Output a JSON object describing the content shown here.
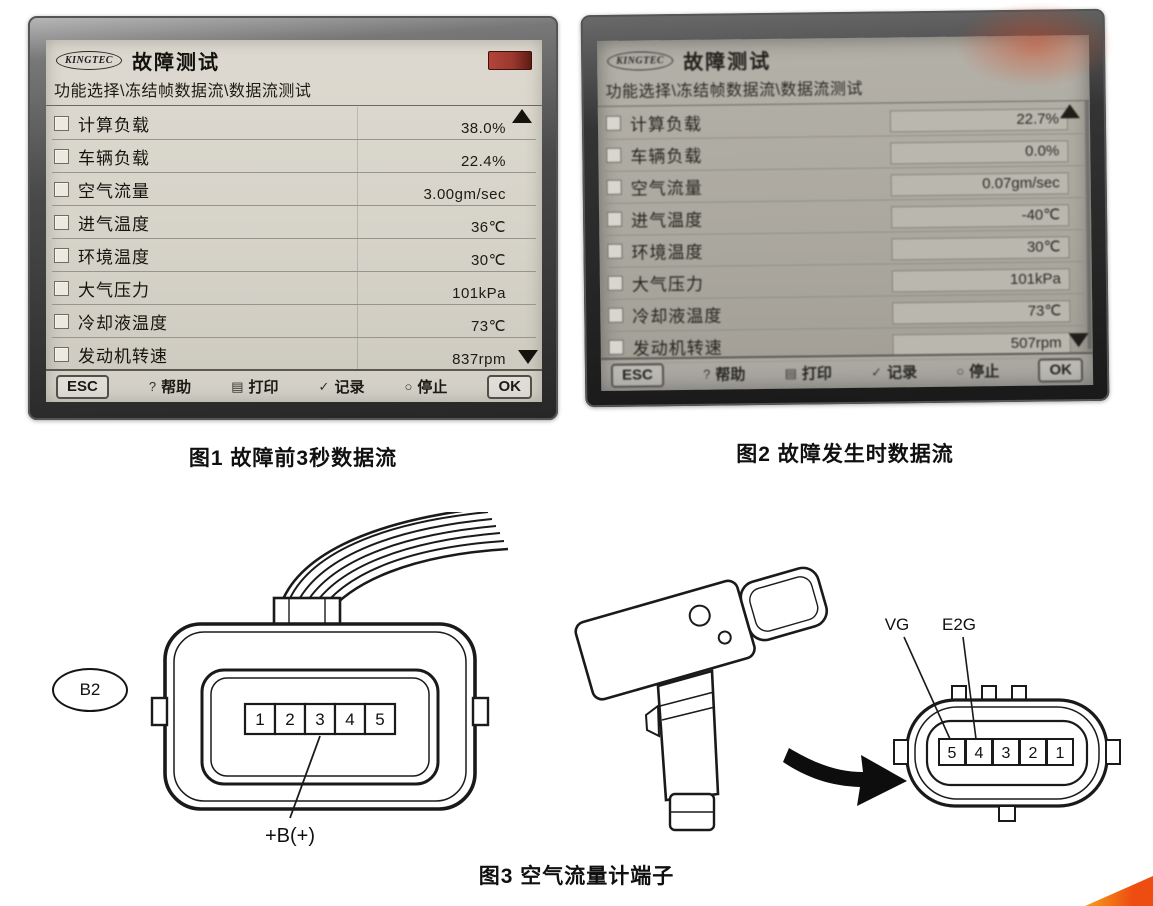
{
  "icons": {
    "help": "?",
    "print": "▤",
    "record": "✓",
    "stop": "○"
  },
  "figure1": {
    "brand": "KINGTEC",
    "title": "故障测试",
    "breadcrumb": "功能选择\\冻结帧数据流\\数据流测试",
    "rows": [
      {
        "label": "计算负载",
        "value": "38.0%"
      },
      {
        "label": "车辆负载",
        "value": "22.4%"
      },
      {
        "label": "空气流量",
        "value": "3.00gm/sec"
      },
      {
        "label": "进气温度",
        "value": "36℃"
      },
      {
        "label": "环境温度",
        "value": "30℃"
      },
      {
        "label": "大气压力",
        "value": "101kPa"
      },
      {
        "label": "冷却液温度",
        "value": "73℃"
      },
      {
        "label": "发动机转速",
        "value": "837rpm"
      }
    ],
    "toolbar": [
      "ESC",
      "帮助",
      "打印",
      "记录",
      "停止",
      "OK"
    ],
    "caption": "图1  故障前3秒数据流"
  },
  "figure2": {
    "brand": "KINGTEC",
    "title": "故障测试",
    "breadcrumb": "功能选择\\冻结帧数据流\\数据流测试",
    "rows": [
      {
        "label": "计算负载",
        "value": "22.7%"
      },
      {
        "label": "车辆负载",
        "value": "0.0%"
      },
      {
        "label": "空气流量",
        "value": "0.07gm/sec"
      },
      {
        "label": "进气温度",
        "value": "-40℃"
      },
      {
        "label": "环境温度",
        "value": "30℃"
      },
      {
        "label": "大气压力",
        "value": "101kPa"
      },
      {
        "label": "冷却液温度",
        "value": "73℃"
      },
      {
        "label": "发动机转速",
        "value": "507rpm"
      }
    ],
    "toolbar": [
      "ESC",
      "帮助",
      "打印",
      "记录",
      "停止",
      "OK"
    ],
    "caption": "图2  故障发生时数据流"
  },
  "figure3": {
    "caption": "图3  空气流量计端子",
    "connector_b2": {
      "label": "B2",
      "pins": [
        "1",
        "2",
        "3",
        "4",
        "5"
      ],
      "terminal_label": "+B(+)"
    },
    "maf_connector": {
      "pins": [
        "5",
        "4",
        "3",
        "2",
        "1"
      ],
      "vg_label": "VG",
      "e2g_label": "E2G"
    }
  }
}
